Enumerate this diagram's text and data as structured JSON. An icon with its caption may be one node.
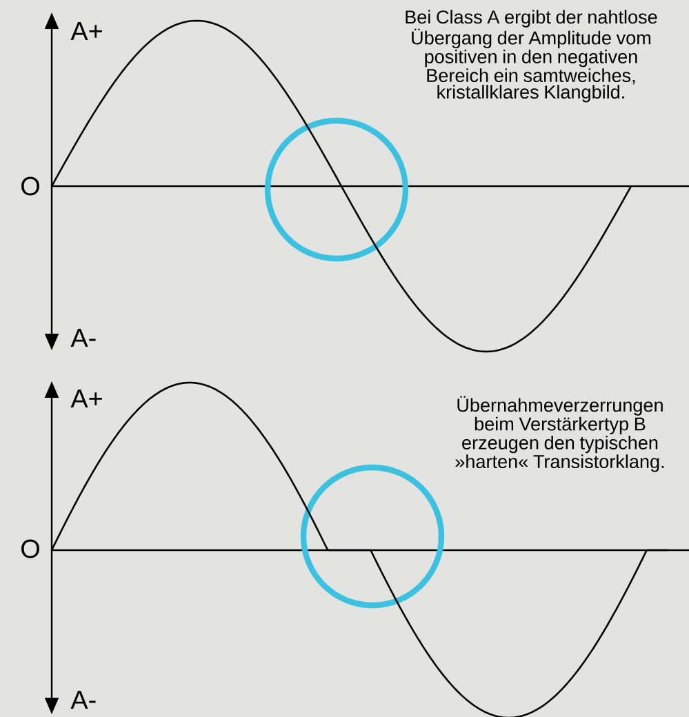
{
  "diagram": {
    "labels": [
      "A+",
      "Bei Class A ergibt der nahtlose Übergang der Amplitude vom positiven in den negativen Bereich ein samtweiches, kristallklares Klangbild.",
      "O",
      "A-",
      "A+",
      "Übernahmeverzerrungen beim Verstärkertyp B erzeugen den typischen »harten« Transistorklang.",
      "O",
      "A-"
    ]
  }
}
